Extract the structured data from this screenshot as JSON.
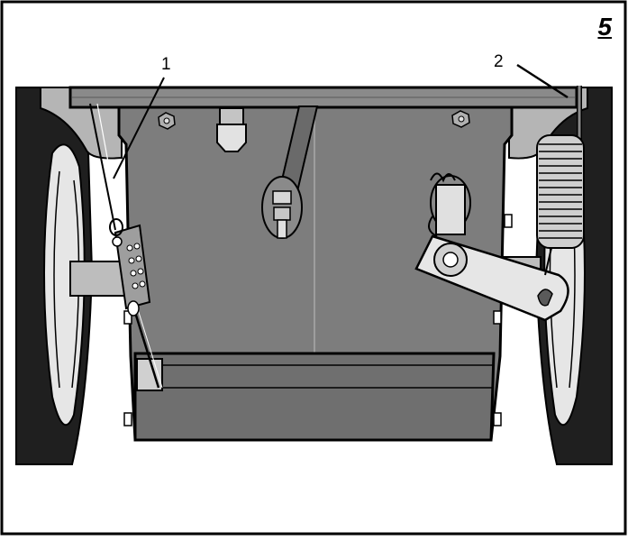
{
  "figure": {
    "number": "5",
    "callouts": [
      {
        "label": "1"
      },
      {
        "label": "2"
      }
    ]
  },
  "colors": {
    "tire": "#1f1f1f",
    "housing": "#7d7d7d",
    "housing_light": "#a9a9a9",
    "line": "#000000",
    "background": "#ffffff"
  }
}
